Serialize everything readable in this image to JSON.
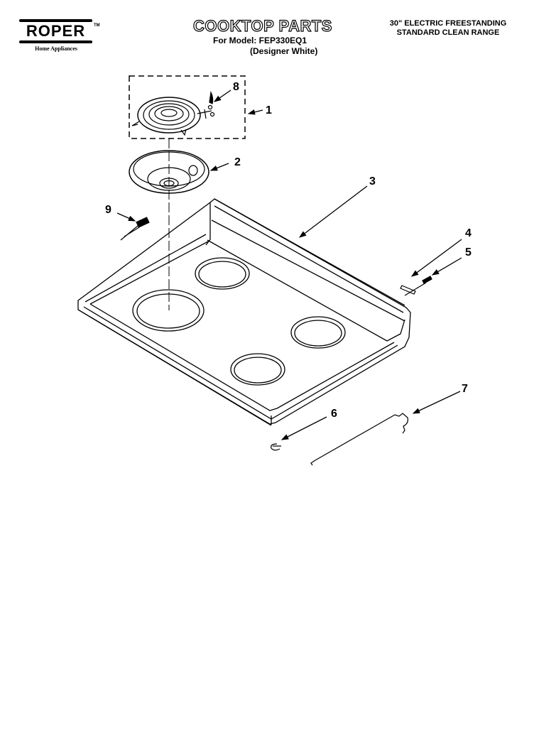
{
  "brand": {
    "logo_text": "ROPER",
    "trademark": "TM",
    "tagline": "Home Appliances"
  },
  "header": {
    "title": "COOKTOP PARTS",
    "model_line": "For Model: FEP330EQ1",
    "variant": "(Designer White)",
    "description_line1": "30\" ELECTRIC FREESTANDING",
    "description_line2": "STANDARD CLEAN RANGE"
  },
  "diagram": {
    "callouts": [
      {
        "number": "1",
        "part": "surface-element-assembly"
      },
      {
        "number": "2",
        "part": "drip-bowl"
      },
      {
        "number": "3",
        "part": "cooktop"
      },
      {
        "number": "4",
        "part": "bracket"
      },
      {
        "number": "5",
        "part": "screw"
      },
      {
        "number": "6",
        "part": "clip"
      },
      {
        "number": "7",
        "part": "support-rod"
      },
      {
        "number": "8",
        "part": "element-clip"
      },
      {
        "number": "9",
        "part": "receptacle"
      }
    ],
    "colors": {
      "line": "#000000",
      "background": "#ffffff"
    }
  }
}
